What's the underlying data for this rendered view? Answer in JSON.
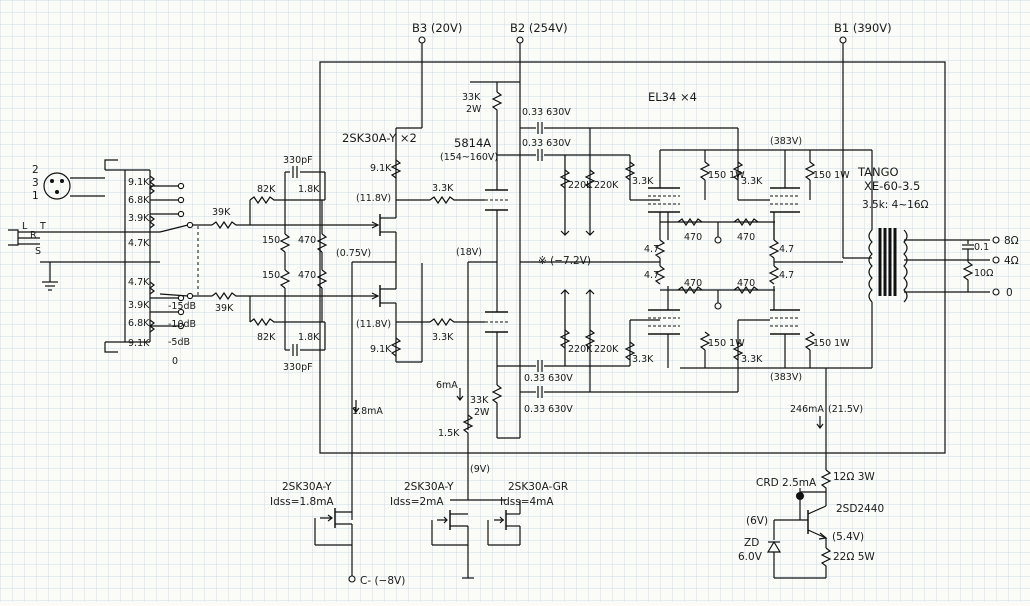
{
  "rails": {
    "b3": "B3 (20V)",
    "b2": "B2 (254V)",
    "b1": "B1 (390V)"
  },
  "tubes": {
    "output_tube": "EL34 ×4",
    "driver_tube": "5814A",
    "driver_plate_v": "(154~160V)"
  },
  "input": {
    "pins": [
      "2",
      "3",
      "1"
    ],
    "jack": [
      "L",
      "R",
      "T",
      "S"
    ],
    "ladder_top": [
      "9.1K",
      "6.8K",
      "3.9K",
      "4.7K"
    ],
    "ladder_bottom": [
      "4.7K",
      "3.9K",
      "6.8K",
      "9.1K"
    ],
    "att_labels": [
      "-15dB",
      "-10dB",
      "-5dB",
      "0"
    ],
    "series_r": "39K"
  },
  "first_stage": {
    "jfet": "2SK30A-Y ×2",
    "load_r": "9.1K",
    "feedback_r": "82K",
    "feedback_r2": "1.8K",
    "feedback_c": "330pF",
    "source_r1": "150",
    "source_r2": "470",
    "drain_v": "(11.8V)",
    "source_v": "(0.75V)",
    "grid_stop": "3.3K",
    "current": "1.8mA"
  },
  "driver": {
    "plate_r": "33K",
    "plate_r_watt": "2W",
    "cathode_v": "(18V)",
    "current": "6mA",
    "tail_r": "1.5K",
    "tail_v": "(9V)"
  },
  "coupling": {
    "cap": "0.33 630V",
    "grid_r1": "220K",
    "grid_r2": "220K",
    "screen_r": "3.3K",
    "bias_note": "※ (−7.2V)"
  },
  "output_stage": {
    "g2_r": "150 1W",
    "cath_r": "4.7",
    "bal_r": "470",
    "plate_v": "(383V)",
    "current": "246mA",
    "cath_v": "(21.5V)"
  },
  "transformer": {
    "name": "TANGO",
    "model": "XE-60-3.5",
    "ratio": "3.5k: 4~16Ω"
  },
  "output_taps": {
    "tap_8": "8Ω",
    "tap_4": "4Ω",
    "tap_0": "0",
    "zobel_c": "0.1",
    "zobel_r": "10Ω"
  },
  "ccs": {
    "top_r": "12Ω 3W",
    "crd": "CRD 2.5mA",
    "transistor": "2SD2440",
    "zener": "ZD",
    "zener_v": "6.0V",
    "base_v": "(6V)",
    "emitter_v": "(5.4V)",
    "bottom_r": "22Ω 5W"
  },
  "sources": {
    "s1_name": "2SK30A-Y",
    "s1_idss": "Idss=1.8mA",
    "s2_name": "2SK30A-Y",
    "s2_idss": "Idss=2mA",
    "s3_name": "2SK30A-GR",
    "s3_idss": "Idss=4mA",
    "c_minus": "C- (−8V)"
  }
}
